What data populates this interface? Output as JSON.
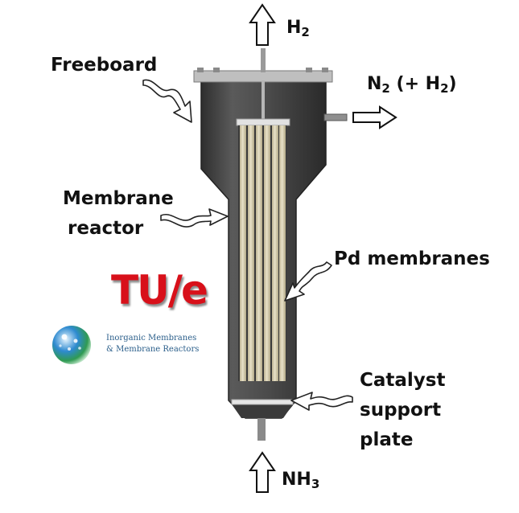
{
  "labels": {
    "freeboard": "Freeboard",
    "membrane_reactor_line1": "Membrane",
    "membrane_reactor_line2": "reactor",
    "pd_membranes": "Pd membranes",
    "catalyst_line1": "Catalyst",
    "catalyst_line2": "support",
    "catalyst_line3": "plate"
  },
  "streams": {
    "top_outlet": {
      "main": "H",
      "sub": "2"
    },
    "side_outlet": {
      "p1": "N",
      "s1": "2",
      "p2": " (+ H",
      "s2": "2",
      "p3": ")"
    },
    "inlet": {
      "main": "NH",
      "sub": "3"
    }
  },
  "logos": {
    "tue": "TU/e",
    "group_line1": "Inorganic Membranes",
    "group_line2": "& Membrane Reactors"
  },
  "colors": {
    "vessel": "#4a4a4a",
    "membrane": "#d8d0b4",
    "tue_red": "#d8101a",
    "group_blue": "#2a5e8a"
  }
}
